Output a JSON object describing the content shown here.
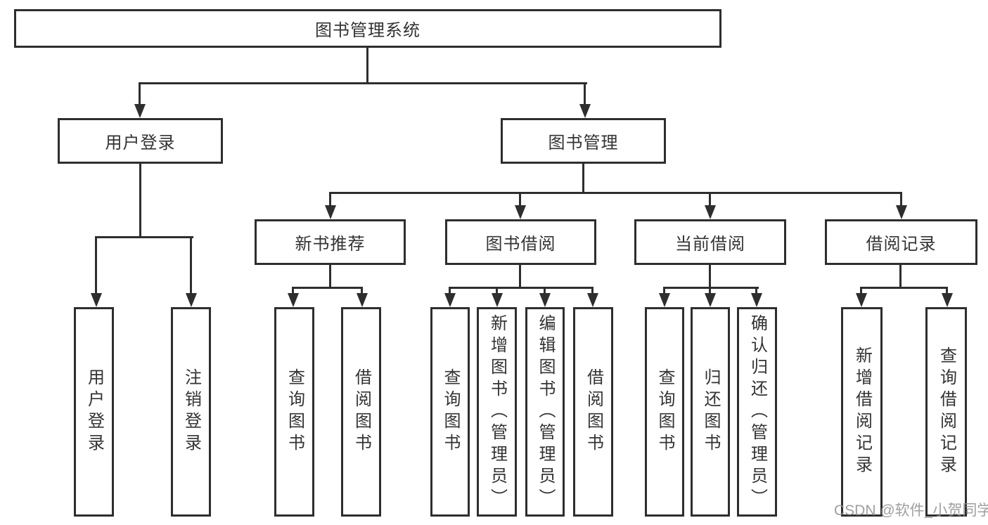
{
  "diagram": {
    "root": "图书管理系统",
    "user_login": {
      "label": "用户登录",
      "children": {
        "login": "用户登录",
        "logout": "注销登录"
      }
    },
    "book_mgmt": {
      "label": "图书管理",
      "new_book": {
        "label": "新书推荐",
        "children": {
          "query": "查询图书",
          "borrow": "借阅图书"
        }
      },
      "book_borrow": {
        "label": "图书借阅",
        "children": {
          "query": "查询图书",
          "add": "新增图书（管理员）",
          "edit": "编辑图书（管理员）",
          "borrow": "借阅图书"
        }
      },
      "current_borrow": {
        "label": "当前借阅",
        "children": {
          "query": "查询图书",
          "return": "归还图书",
          "confirm": "确认归还（管理员）"
        }
      },
      "borrow_record": {
        "label": "借阅记录",
        "children": {
          "add": "新增借阅记录",
          "query": "查询借阅记录"
        }
      }
    }
  },
  "watermark": "CSDN @软件_小贺同学",
  "colors": {
    "line": "#2e2e2e",
    "text": "#333333",
    "background": "#ffffff",
    "watermark": "#8f8f8f"
  }
}
